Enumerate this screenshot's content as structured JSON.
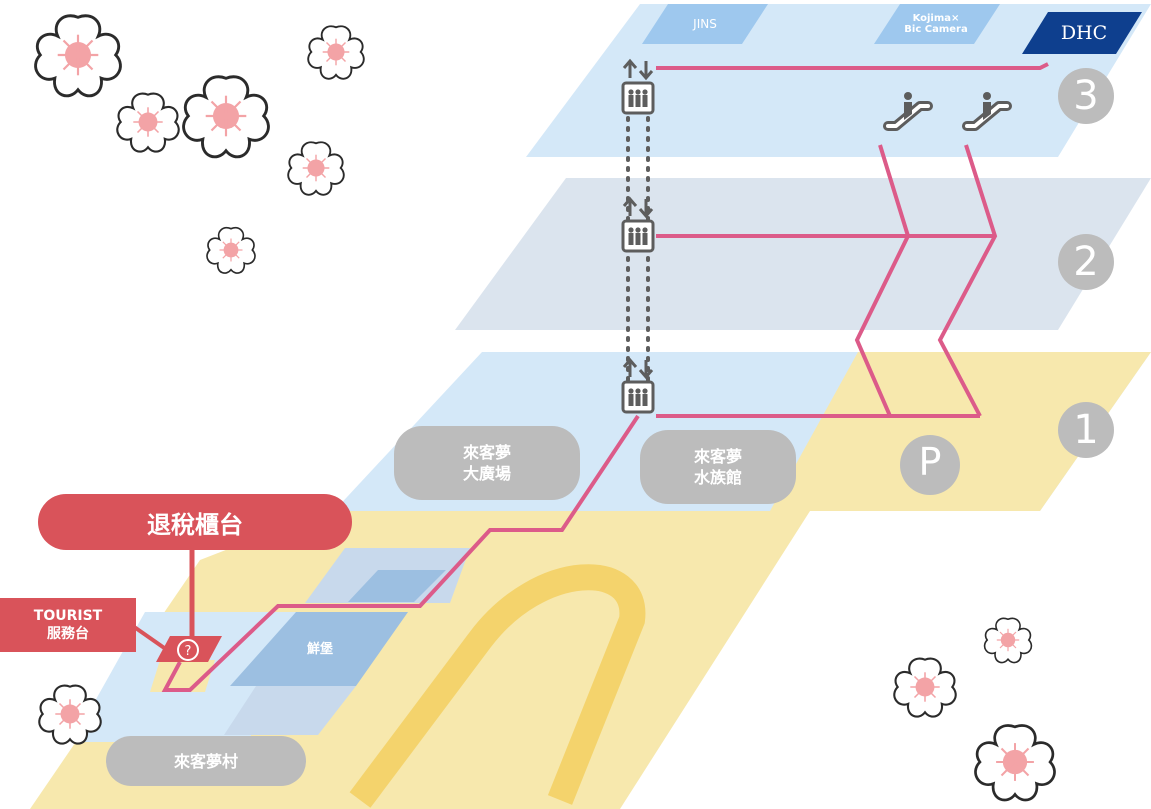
{
  "tax_refund_counter": {
    "label": "退稅櫃台",
    "color": "#d9535a"
  },
  "tourist_desk": {
    "line1": "TOURIST",
    "line2": "服務台"
  },
  "floors": [
    {
      "number": "3"
    },
    {
      "number": "2"
    },
    {
      "number": "1"
    }
  ],
  "floor3_shops": {
    "jins": "JINS",
    "kojima_line1": "Kojima×",
    "kojima_line2": "Bic Camera",
    "dhc": "DHC"
  },
  "places": {
    "plaza_line1": "來客夢",
    "plaza_line2": "大廣場",
    "aquarium_line1": "來客夢",
    "aquarium_line2": "水族館",
    "village": "來客夢村",
    "fresh": "鮮堡",
    "parking": "P"
  },
  "icons": [
    "elevator-icon",
    "escalator-icon",
    "question-icon",
    "sakura-icon",
    "parking-icon"
  ],
  "colors": {
    "route": "#dc5b89",
    "floor_light_blue": "#d4e8f8",
    "floor_grey_blue": "#dbe4ee",
    "floor_yellow": "#f7e8ad",
    "pill_grey": "#bcbcbc",
    "dhc_blue": "#0e3f8e",
    "path_yellow": "#f4d36c"
  }
}
